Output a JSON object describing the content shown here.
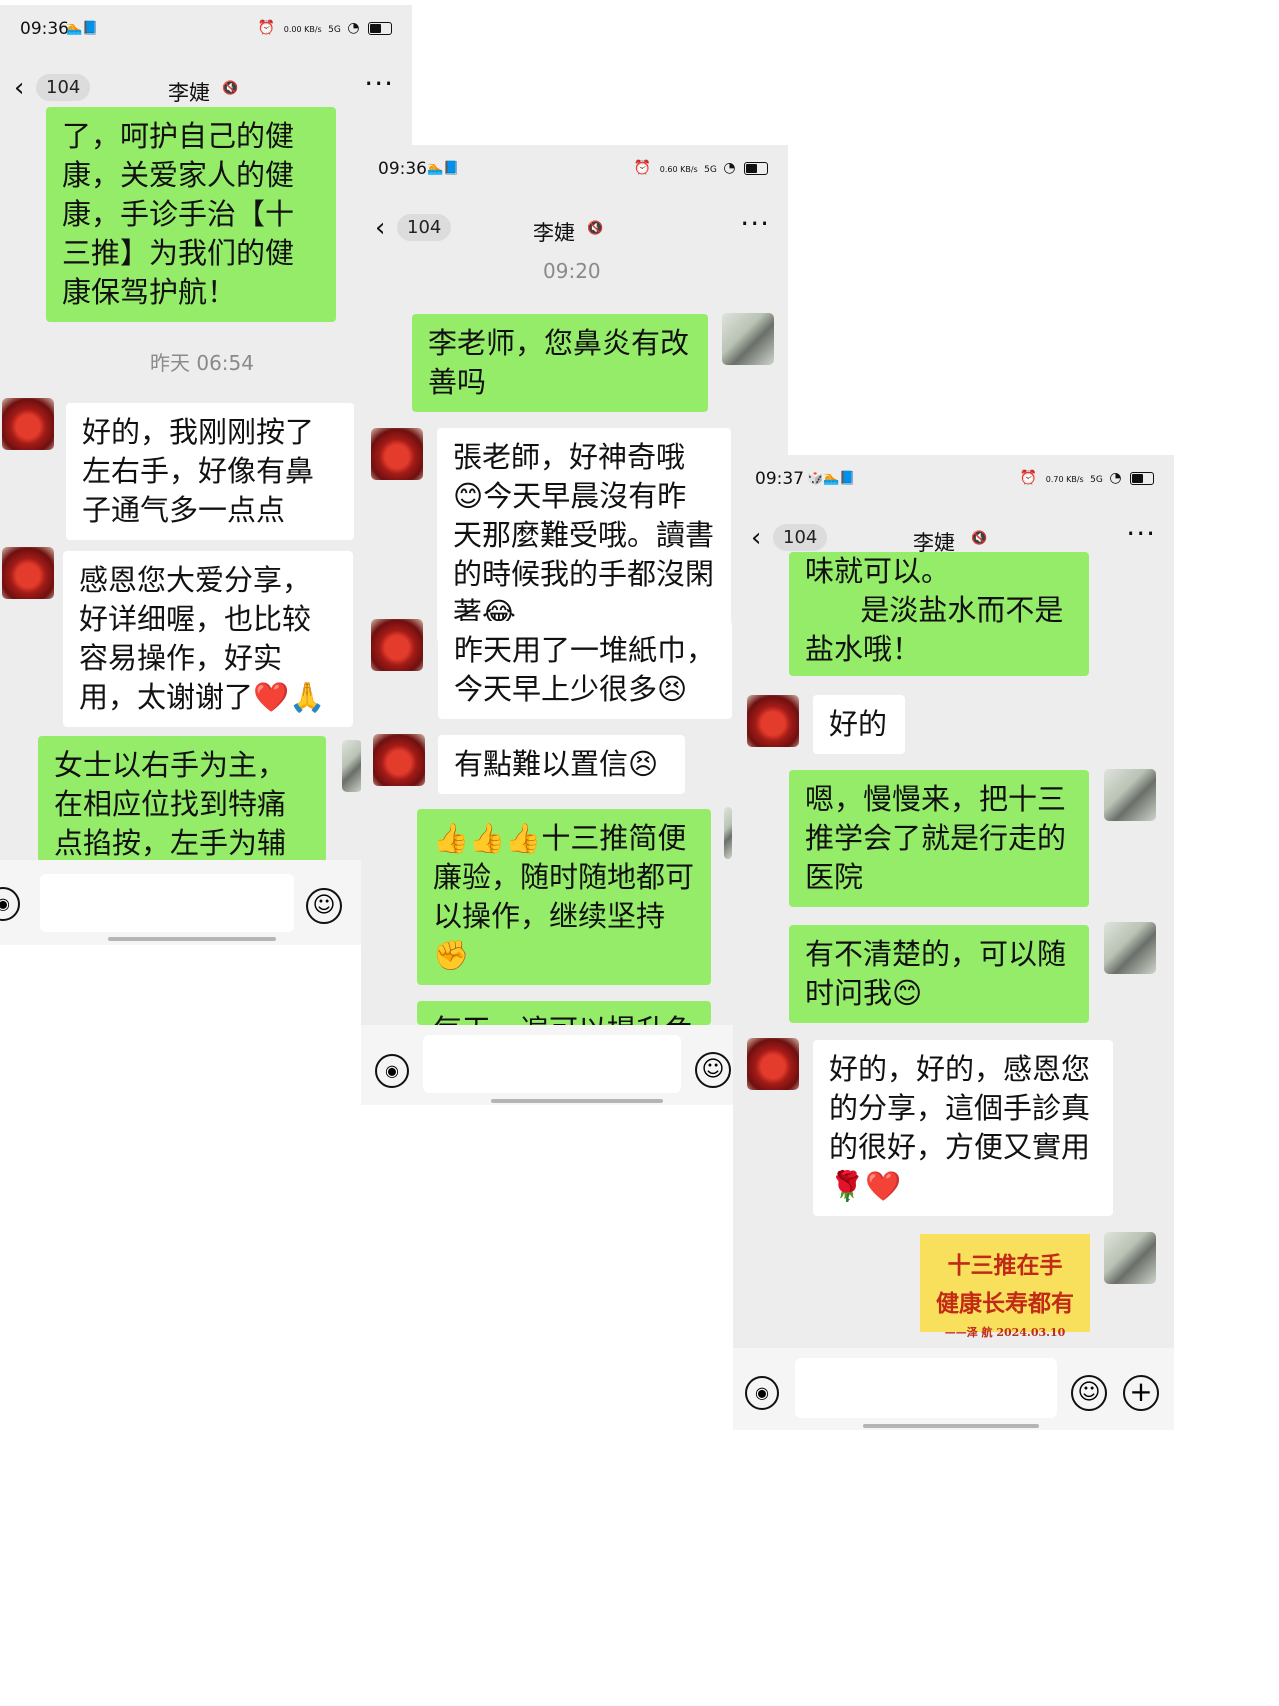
{
  "panel1": {
    "status": {
      "time": "09:36",
      "left_icons": "🏊📘",
      "net": "0.00 KB/s",
      "signal": "5G"
    },
    "nav": {
      "badge": "104",
      "contact": "李婕",
      "mute": "🔇",
      "more": "···"
    },
    "messages": [
      {
        "side": "right",
        "text": "了，呵护自己的健康，关爱家人的健康，手诊手治【十三推】为我们的健康保驾护航！"
      },
      {
        "timestamp": "昨天 06:54"
      },
      {
        "side": "left",
        "text": "好的，我刚刚按了左右手，好像有鼻子通气多一点点"
      },
      {
        "side": "left",
        "text": "感恩您大爱分享，好详细喔，也比较容易操作，好实用，太谢谢了❤️🙏"
      },
      {
        "side": "right",
        "text": "女士以右手为主，在相应位找到特痛点掐按，左手为辅"
      }
    ]
  },
  "panel2": {
    "status": {
      "time": "09:36",
      "left_icons": "🏊📘",
      "net": "0.60 KB/s",
      "signal": "5G"
    },
    "nav": {
      "badge": "104",
      "contact": "李婕",
      "mute": "🔇",
      "more": "···"
    },
    "messages": [
      {
        "timestamp": "09:20"
      },
      {
        "side": "right",
        "text": "李老师，您鼻炎有改善吗"
      },
      {
        "side": "left",
        "text": "張老師，好神奇哦😊今天早晨沒有昨天那麼難受哦。讀書的時候我的手都沒閑著😂"
      },
      {
        "side": "left",
        "text": "昨天用了一堆紙巾，今天早上少很多😣"
      },
      {
        "side": "left",
        "text": "有點難以置信😣"
      },
      {
        "side": "right",
        "text": "👍👍👍十三推简便廉验，随时随地都可以操作，继续坚持✊"
      },
      {
        "side": "right",
        "text": "每天一遍可以提升免"
      }
    ]
  },
  "panel3": {
    "status": {
      "time": "09:37",
      "left_icons": "🎲🏊📘",
      "net": "0.70 KB/s",
      "signal": "5G"
    },
    "nav": {
      "badge": "104",
      "contact": "李婕",
      "mute": "🔇",
      "more": "···"
    },
    "messages": [
      {
        "side": "right",
        "text": "味就可以。\n      是淡盐水而不是盐水哦！"
      },
      {
        "side": "left",
        "text": "好的"
      },
      {
        "side": "right",
        "text": "嗯，慢慢来，把十三推学会了就是行走的医院"
      },
      {
        "side": "right",
        "text": "有不清楚的，可以随时问我😊"
      },
      {
        "side": "left",
        "text": "好的，好的，感恩您的分享，這個手診真的很好，方便又實用🌹❤️"
      }
    ],
    "sticker": {
      "line1": "十三推在手",
      "line2": "健康长寿都有",
      "line3": "——泽 航 2024.03.10"
    }
  }
}
